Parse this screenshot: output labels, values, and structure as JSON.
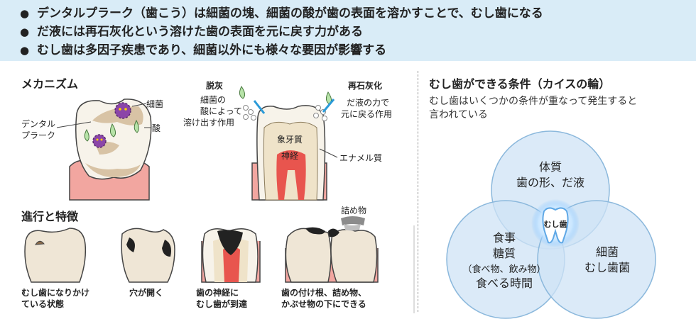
{
  "banner": {
    "points": [
      "デンタルプラーク（歯こう）は細菌の塊、細菌の酸が歯の表面を溶かすことで、むし歯になる",
      "だ液には再石灰化という溶けた歯の表面を元に戻す力がある",
      "むし歯は多因子疾患であり、細菌以外にも様々な要因が影響する"
    ]
  },
  "mechanism": {
    "title": "メカニズム",
    "bacteria_label": "細菌",
    "acid_label": "酸",
    "plaque_label_1": "デンタル",
    "plaque_label_2": "プラーク",
    "demin_title": "脱灰",
    "demin_desc_1": "細菌の",
    "demin_desc_2": "酸によって",
    "demin_desc_3": "溶け出す作用",
    "remin_title": "再石灰化",
    "remin_desc_1": "だ液の力で",
    "remin_desc_2": "元に戻る作用",
    "dentin_label": "象牙質",
    "nerve_label": "神経",
    "enamel_label": "エナメル質"
  },
  "progression": {
    "title": "進行と特徴",
    "filling_label": "詰め物",
    "captions": [
      [
        "むし歯になりかけ",
        "ている状態"
      ],
      [
        "穴が開く"
      ],
      [
        "歯の神経に",
        "むし歯が到達"
      ],
      [
        "歯の付け根、詰め物、",
        "かぶせ物の下にできる"
      ]
    ]
  },
  "keyes": {
    "title": "むし歯ができる条件（カイスの輪）",
    "desc_1": "むし歯はいくつかの条件が重なって発生すると",
    "desc_2": "言われている",
    "top_1": "体質",
    "top_2": "歯の形、だ液",
    "left_1": "食事",
    "left_2": "糖質",
    "left_3": "（食べ物、飲み物）",
    "left_4": "食べる時間",
    "right_1": "細菌",
    "right_2": "むし歯菌",
    "center": "むし歯"
  },
  "colors": {
    "banner_bg": "#d9ecf7",
    "circle_fill": "#cfe3f5",
    "circle_stroke": "#8bb8dc",
    "gum": "#f2a6a0",
    "tooth": "#f7f3ea",
    "plaque": "#d8c3a5",
    "nerve": "#e8554e",
    "dentin": "#efe3c9",
    "bacteria": "#8b45a8",
    "acid": "#b7e3a8"
  }
}
